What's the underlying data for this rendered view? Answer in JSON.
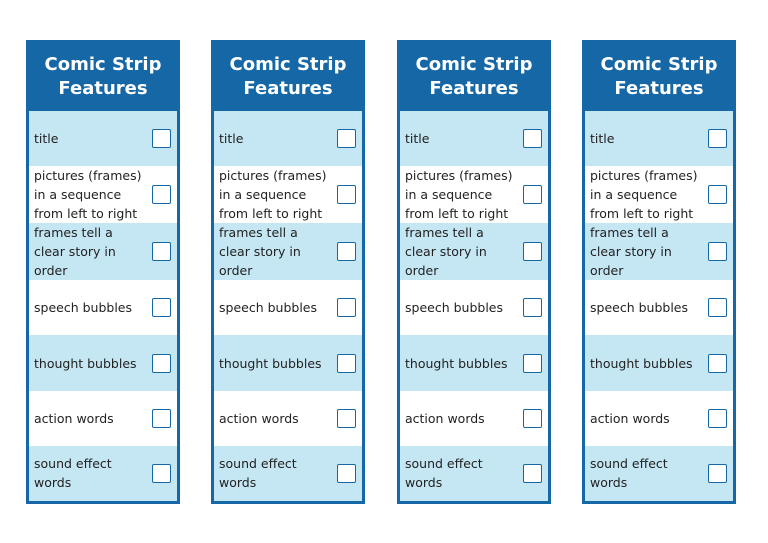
{
  "cards": [
    {
      "title": "Comic Strip\nFeatures",
      "items": [
        "title",
        "pictures (frames) in a sequence from left to right",
        "frames tell a clear story in order",
        "speech bubbles",
        "thought bubbles",
        "action words",
        "sound effect words"
      ]
    },
    {
      "title": "Comic Strip\nFeatures",
      "items": [
        "title",
        "pictures (frames) in a sequence from left to right",
        "frames tell a clear story in order",
        "speech bubbles",
        "thought bubbles",
        "action words",
        "sound effect words"
      ]
    },
    {
      "title": "Comic Strip\nFeatures",
      "items": [
        "title",
        "pictures (frames) in a sequence from left to right",
        "frames tell a clear story in order",
        "speech bubbles",
        "thought bubbles",
        "action words",
        "sound effect words"
      ]
    },
    {
      "title": "Comic Strip\nFeatures",
      "items": [
        "title",
        "pictures (frames) in a sequence from left to right",
        "frames tell a clear story in order",
        "speech bubbles",
        "thought bubbles",
        "action words",
        "sound effect words"
      ]
    }
  ],
  "colors": {
    "header_blue": "#1667a6",
    "row_light_blue": "#c5e6f3",
    "row_white": "#ffffff"
  }
}
